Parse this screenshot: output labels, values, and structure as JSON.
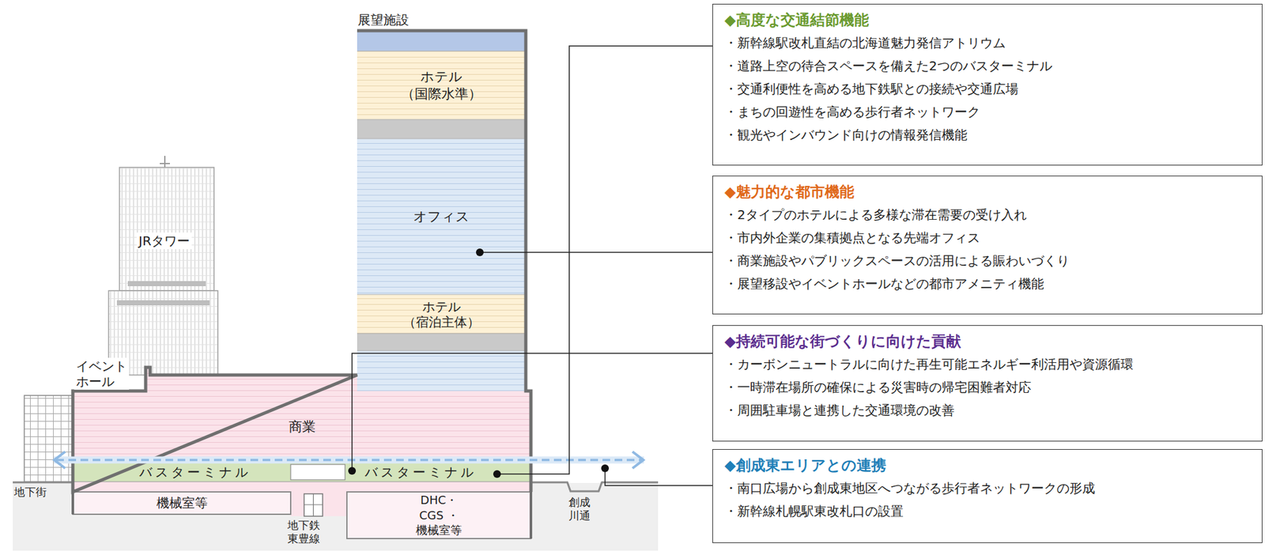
{
  "diagram": {
    "nodes": [
      {
        "text": [
          "展望施設"
        ]
      },
      {
        "text": [
          "ホテル （国際水準）"
        ]
      },
      {
        "text": [
          "オフィス"
        ]
      },
      {
        "text": [
          "ホテル （宿泊主体）"
        ]
      },
      {
        "text": [
          "商業"
        ]
      },
      {
        "text": [
          "バスターミナル"
        ]
      },
      {
        "text": [
          "バスターミナル"
        ]
      },
      {
        "text": [
          "機械室等"
        ]
      },
      {
        "text": [
          "DHC・CGS ・機械室等"
        ]
      },
      {
        "text": [
          "◆高度な交通結節機能",
          "・新幹線駅改札直結の北海道魅力発信アトリウム",
          "・道路上空の待合スペースを備えた2つのバスターミナル",
          "・交通利便性を高める地下鉄駅との接続や交通広場",
          "・まちの回遊性を高める歩行者ネットワーク",
          "・観光やインバウンド向けの情報発信機能"
        ]
      },
      {
        "text": [
          "◆魅力的な都市機能",
          "・2タイプのホテルによる多様な滞在需要の受け入れ",
          "・市内外企業の集積拠点となる先端オフィス",
          "・商業施設やパブリックスペースの活用による賑わいづくり",
          "・展望移設やイベントホールなどの都市アメニティ機能"
        ]
      },
      {
        "text": [
          "◆持続可能な街づくりに向けた貢献",
          "・カーボンニュートラルに向けた再生可能エネルギー利活用や資源循環",
          "・一時滞在場所の確保による災害時の帰宅困難者対応",
          "・周囲駐車場と連携した交通環境の改善"
        ]
      },
      {
        "text": [
          "◆創成東エリアとの連携",
          "・南口広場から創成東地区へつながる歩行者ネットワークの形成",
          "・新幹線札幌駅東改札口の設置"
        ]
      }
    ],
    "labels": [
      "イベント ホール",
      "JRタワー",
      "地下街",
      "地下鉄 東豊線",
      "創成 川通"
    ]
  }
}
